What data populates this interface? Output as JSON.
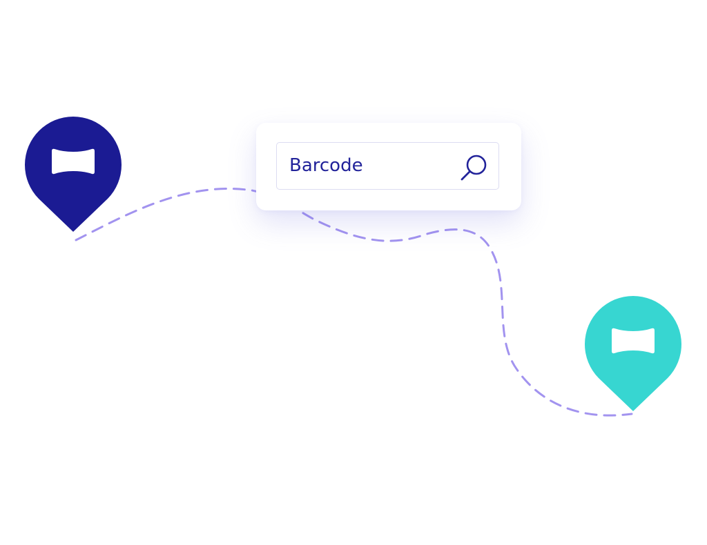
{
  "search": {
    "value": "Barcode",
    "placeholder": "Barcode",
    "icon": "search-icon"
  },
  "pins": [
    {
      "role": "origin",
      "color": "#1b1b93",
      "icon": "bowtie-icon"
    },
    {
      "role": "destination",
      "color": "#37d6d1",
      "icon": "bowtie-icon"
    }
  ],
  "route": {
    "color": "#a293ef",
    "style": "dashed"
  },
  "theme": {
    "text_color": "#22239a",
    "border_color": "#dcdcf2",
    "background": "#ffffff"
  }
}
